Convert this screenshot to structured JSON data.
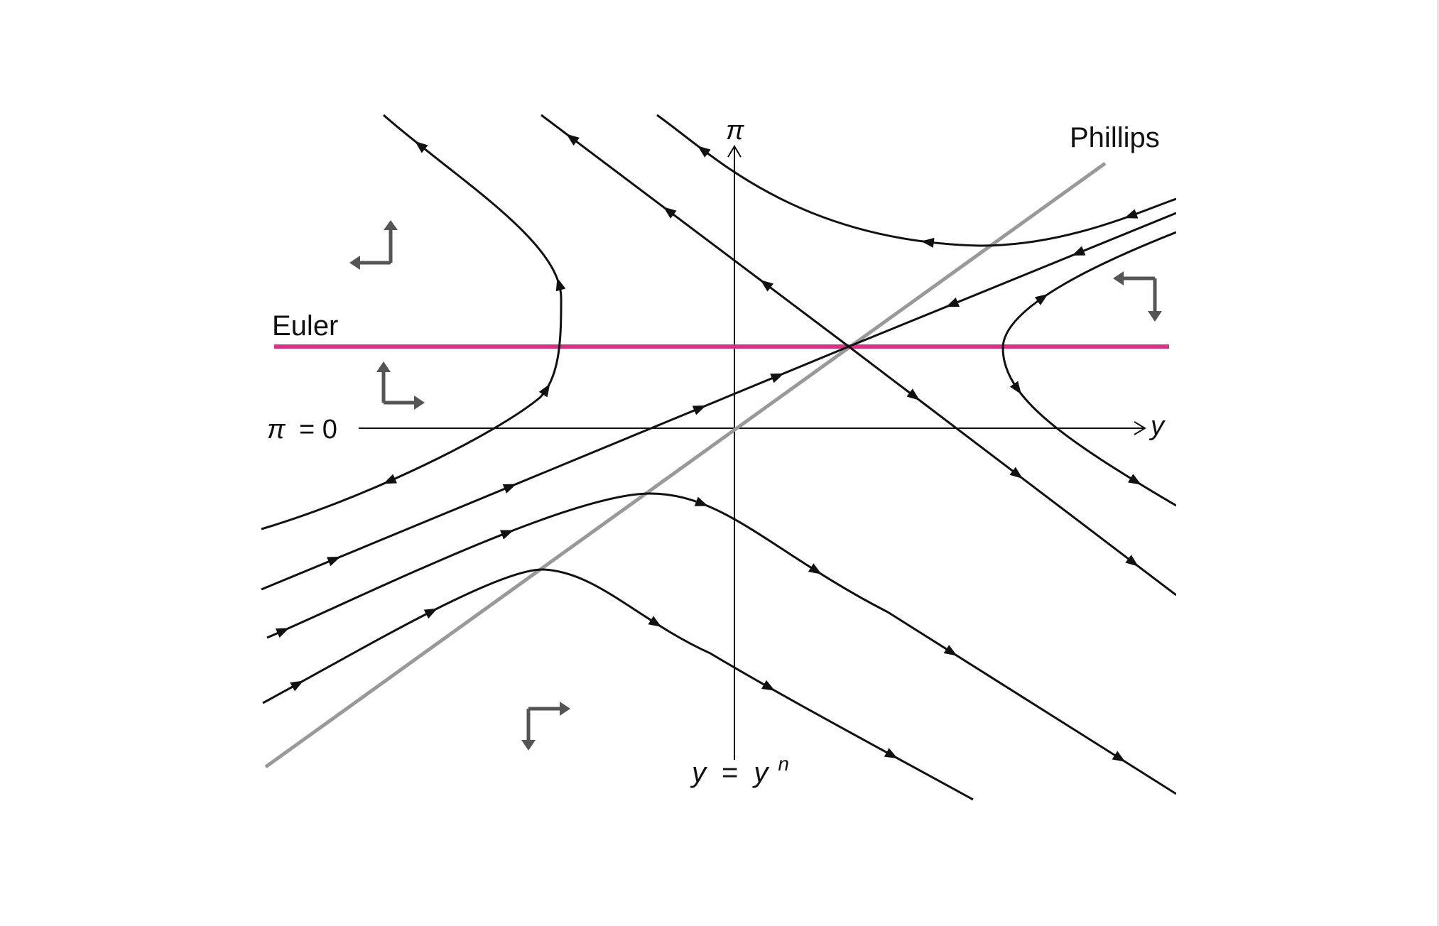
{
  "diagram": {
    "labels": {
      "pi_axis": "π",
      "y_axis": "y",
      "pi_zero": "π = 0",
      "pi_zero_pi": "π",
      "pi_zero_rest": "= 0",
      "y_natural_y": "y",
      "y_natural_eq": "=",
      "y_natural_yn": "y",
      "y_natural_sup": "n",
      "euler": "Euler",
      "phillips": "Phillips"
    },
    "colors": {
      "euler": "#d63384",
      "phillips": "#999999",
      "trajectory": "#111111",
      "axis": "#111111",
      "direction_arrow": "#555555"
    },
    "direction_indicators": [
      {
        "quadrant": "upper-left",
        "horizontal": "left",
        "vertical": "up"
      },
      {
        "quadrant": "left-middle",
        "horizontal": "right",
        "vertical": "up"
      },
      {
        "quadrant": "right-middle",
        "horizontal": "left",
        "vertical": "down"
      },
      {
        "quadrant": "lower-left",
        "horizontal": "right",
        "vertical": "down"
      }
    ]
  }
}
